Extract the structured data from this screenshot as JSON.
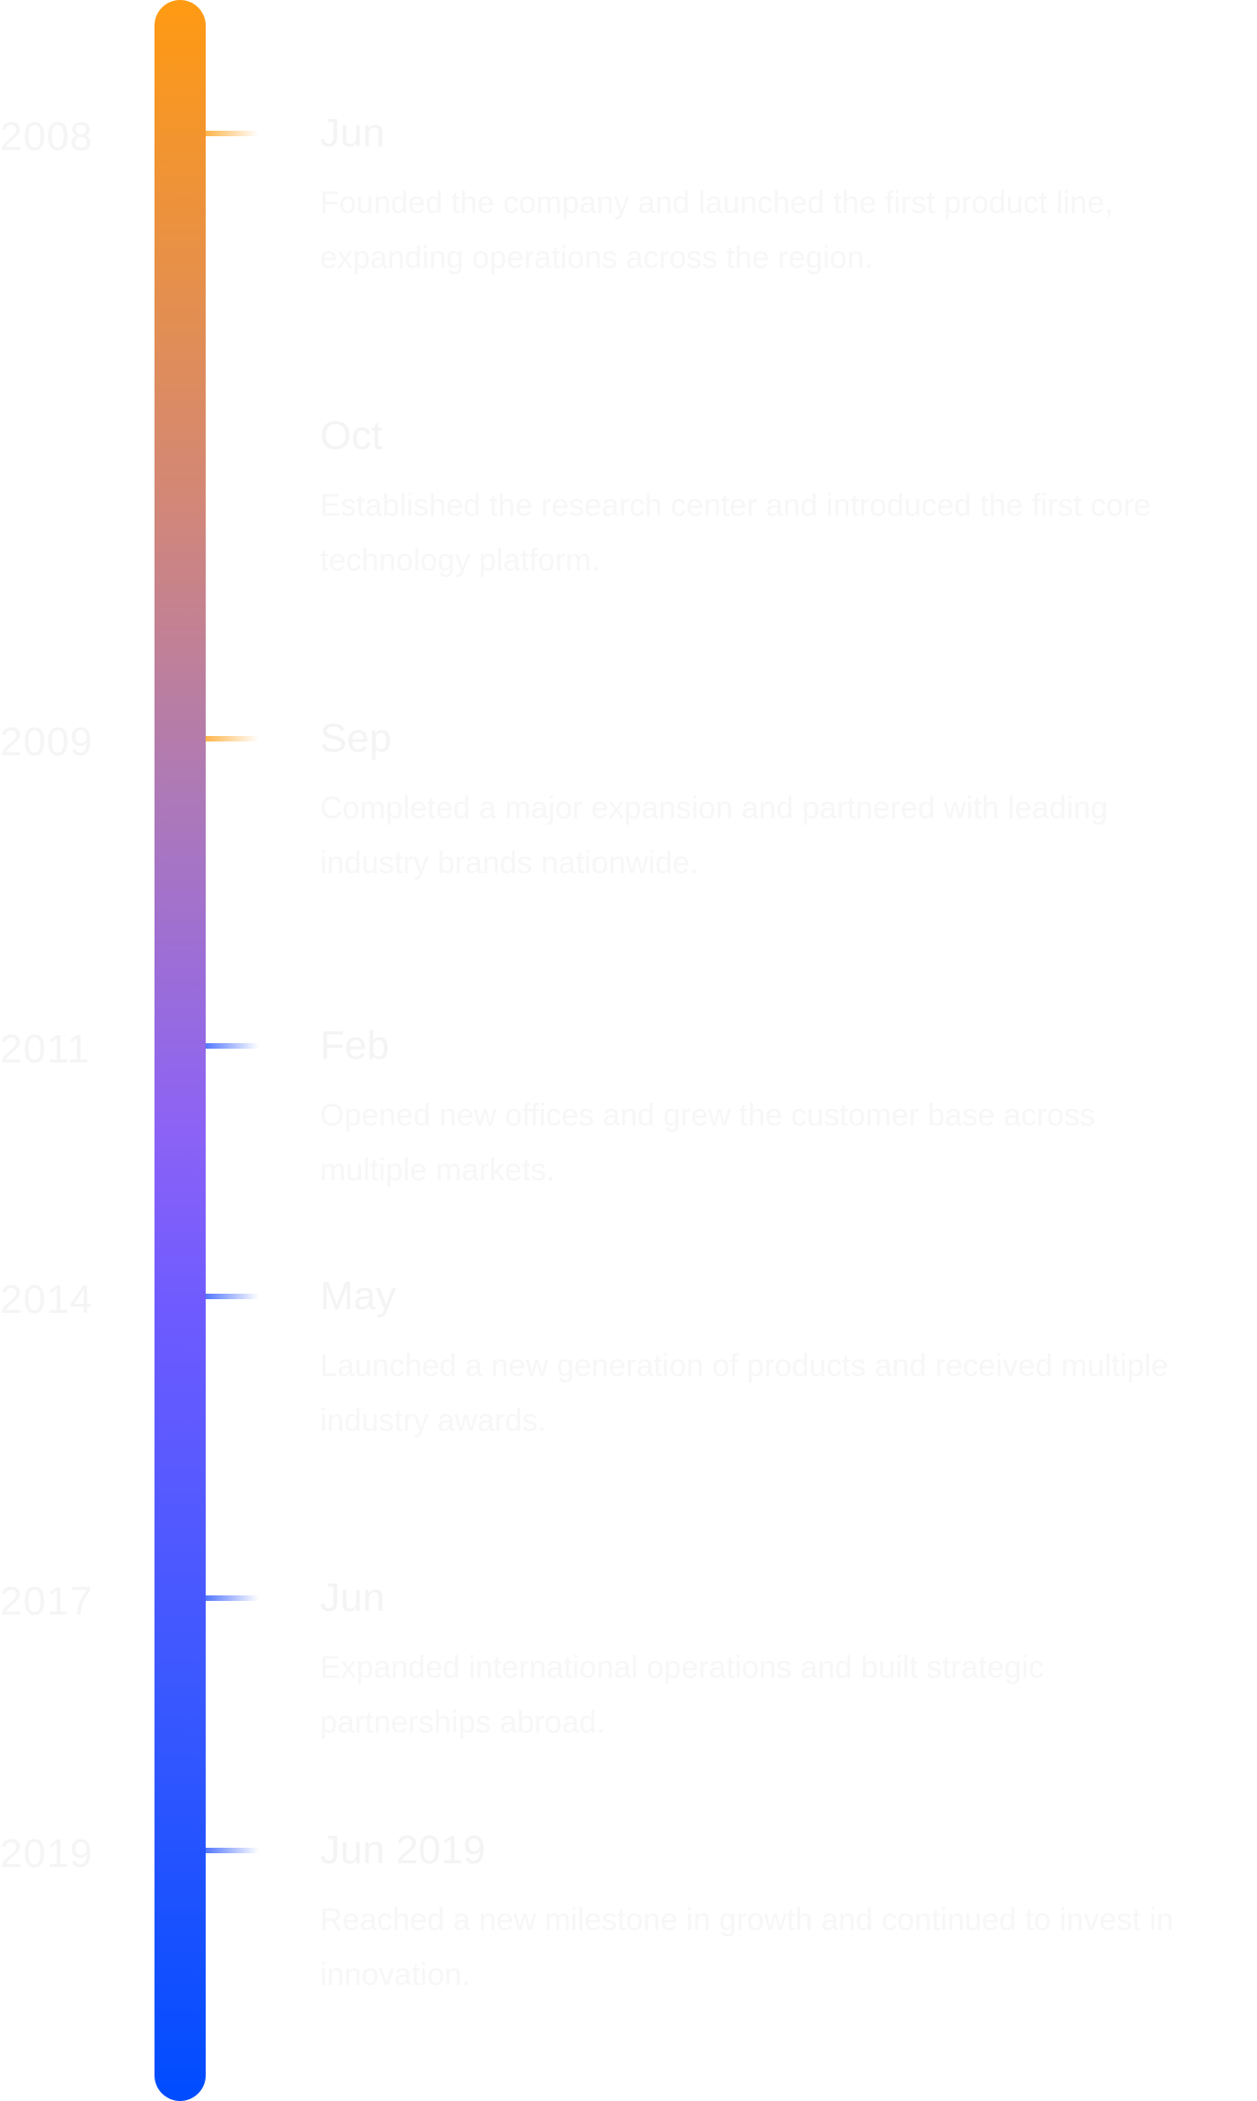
{
  "timeline": {
    "entries": [
      {
        "year": "2008",
        "month": "Jun",
        "description": "Founded the company and launched the first product line, expanding operations across the region.",
        "accent": "orange"
      },
      {
        "year": "",
        "month": "Oct",
        "description": "Established the research center and introduced the first core technology platform.",
        "accent": "none"
      },
      {
        "year": "2009",
        "month": "Sep",
        "description": "Completed a major expansion and partnered with leading industry brands nationwide.",
        "accent": "orange"
      },
      {
        "year": "2011",
        "month": "Feb",
        "description": "Opened new offices and grew the customer base across multiple markets.",
        "accent": "blue"
      },
      {
        "year": "2014",
        "month": "May",
        "description": "Launched a new generation of products and received multiple industry awards.",
        "accent": "blue"
      },
      {
        "year": "2017",
        "month": "Jun",
        "description": "Expanded international operations and built strategic partnerships abroad.",
        "accent": "blue"
      },
      {
        "year": "2019",
        "month": "Jun 2019",
        "description": "Reached a new milestone in growth and continued to invest in innovation.",
        "accent": "blue"
      }
    ]
  },
  "colors": {
    "bar_top": "#ff9a12",
    "bar_middle": "#8b62f6",
    "bar_bottom": "#004cff",
    "tick_orange": "#ffb54b",
    "tick_blue": "#5478ff",
    "faint_text": "#f5f5f5"
  }
}
